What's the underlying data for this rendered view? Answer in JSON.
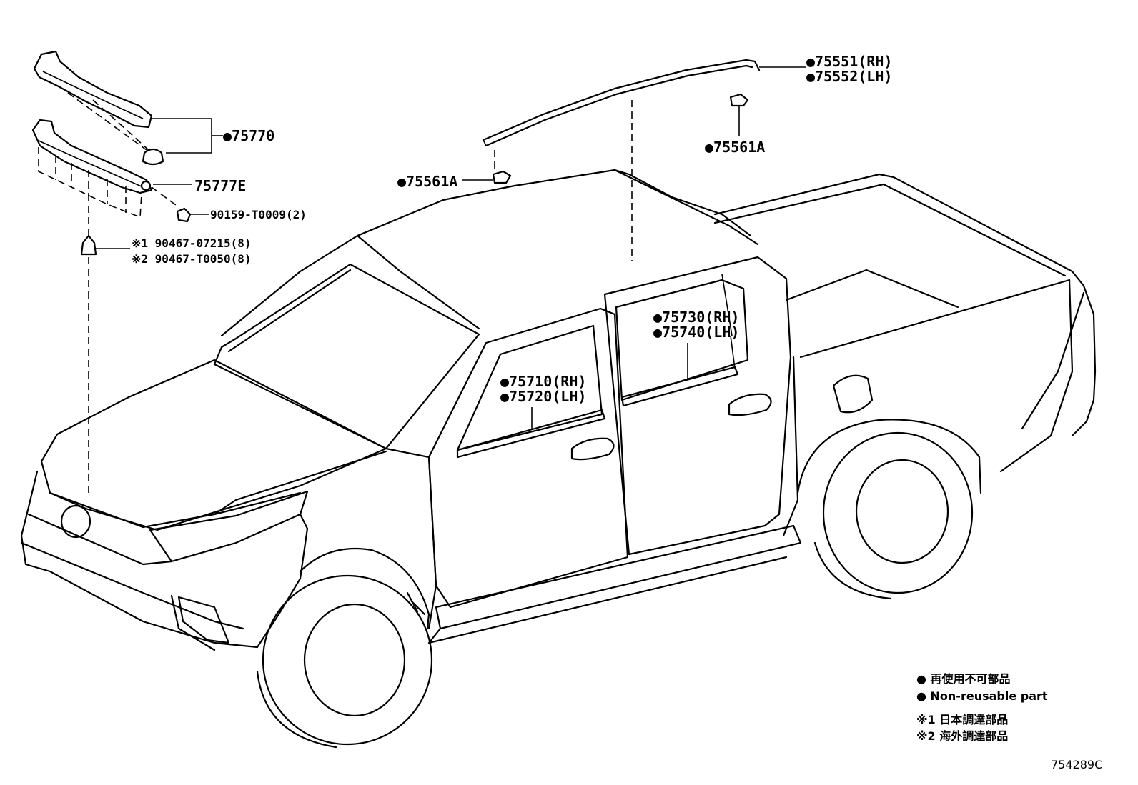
{
  "callouts": {
    "c75770": "●75770",
    "c75777e": "75777E",
    "c90159": "90159-T0009(2)",
    "c90467a": "※1 90467-07215(8)",
    "c90467b": "※2 90467-T0050(8)",
    "c75551": "●75551(RH)",
    "c75552": "●75552(LH)",
    "c75561a_r": "●75561A",
    "c75561a_l": "●75561A",
    "c75730": "●75730(RH)",
    "c75740": "●75740(LH)",
    "c75710": "●75710(RH)",
    "c75720": "●75720(LH)"
  },
  "legend": {
    "non_reusable_jp": "● 再使用不可部品",
    "non_reusable_en": "● Non-reusable part",
    "note1": "※1 日本調達部品",
    "note2": "※2 海外調達部品"
  },
  "diagram_code": "754289C"
}
